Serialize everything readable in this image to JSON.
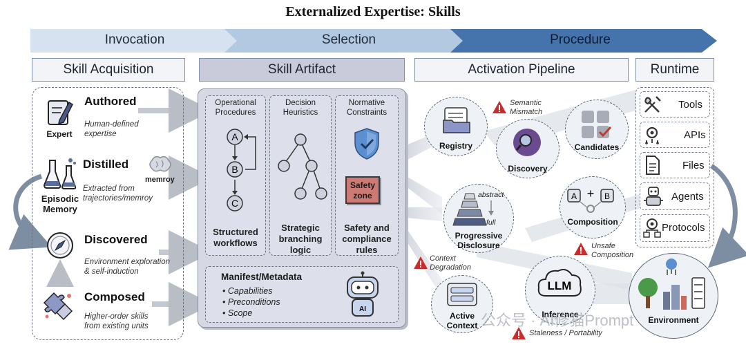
{
  "title": "Externalized Expertise: Skills",
  "phases": [
    "Invocation",
    "Selection",
    "Procedure"
  ],
  "headers": {
    "acquisition": "Skill Acquisition",
    "artifact": "Skill Artifact",
    "pipeline": "Activation Pipeline",
    "runtime": "Runtime"
  },
  "acquisition": {
    "authored": {
      "title": "Authored",
      "desc": [
        "Human-defined",
        "expertise"
      ],
      "icon_label": "Expert"
    },
    "distilled": {
      "title": "Distilled",
      "desc": [
        "Extracted from",
        "trajectories/memroy"
      ],
      "icon_label": [
        "Episodic",
        "Memory"
      ],
      "memroy_label": "memroy"
    },
    "discovered": {
      "title": "Discovered",
      "desc": [
        "Environment exploration",
        "& self-induction"
      ]
    },
    "composed": {
      "title": "Composed",
      "desc": [
        "Higher-order skills",
        "from existing units"
      ]
    }
  },
  "artifact": {
    "columns": [
      {
        "header": [
          "Operational",
          "Procedures"
        ],
        "footer": [
          "Structured",
          "workflows"
        ]
      },
      {
        "header": [
          "Decision",
          "Heuristics"
        ],
        "footer": [
          "Strategic",
          "branching",
          "logic"
        ]
      },
      {
        "header": [
          "Normative",
          "Constraints"
        ],
        "footer": [
          "Safety and",
          "compliance",
          "rules"
        ]
      }
    ],
    "nodes": [
      "A",
      "B",
      "C"
    ],
    "safety_zone": [
      "Safety",
      "zone"
    ],
    "manifest": {
      "title": "Manifest/Metadata",
      "items": [
        "Capabilities",
        "Preconditions",
        "Scope"
      ]
    },
    "robot_badge": "AI"
  },
  "pipeline": {
    "registry": "Registry",
    "discovery": "Discovery",
    "candidates": "Candidates",
    "progressive": [
      "Progressive",
      "Disclosure"
    ],
    "abstract": "abstract",
    "full": "full",
    "composition": "Composition",
    "comp_a": "A",
    "comp_b": "B",
    "comp_plus": "+",
    "llm": "LLM",
    "inference": "Inference",
    "active_context": [
      "Active",
      "Context"
    ],
    "warnings": {
      "semantic": [
        "Semantic",
        "Mismatch"
      ],
      "unsafe": [
        "Unsafe",
        "Composition"
      ],
      "context": [
        "Context",
        "Degradation"
      ],
      "staleness": "Staleness / Portability"
    }
  },
  "runtime": {
    "items": [
      "Tools",
      "APIs",
      "Files",
      "Agents",
      "Protocols"
    ],
    "environment": "Environment"
  },
  "watermark": "公众号 · AI修猫Prompt",
  "colors": {
    "phase_light": "#c9d8ea",
    "phase_dark": "#3f6ea8",
    "header_bg": "#f2f4f8",
    "artifact_bg": "#d9dce6",
    "warn": "#cc2b2b",
    "check": "#c0392b"
  }
}
